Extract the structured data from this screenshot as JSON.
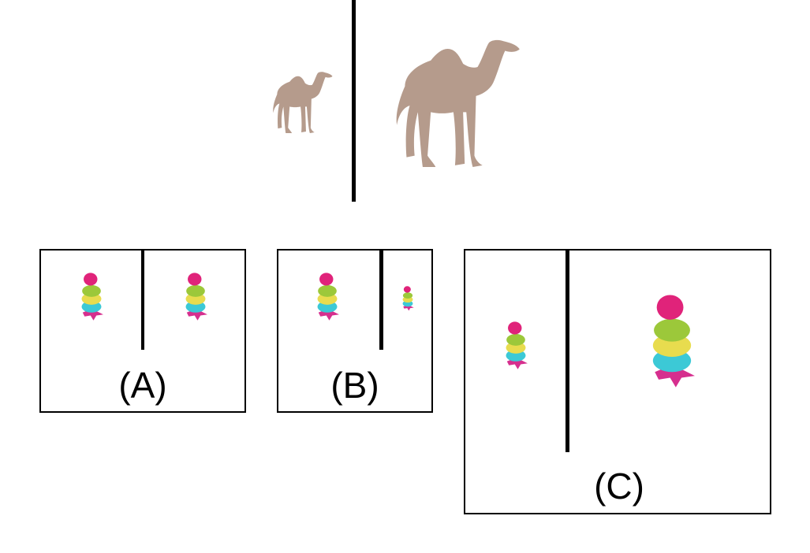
{
  "example": {
    "subject": "camel",
    "color": "#b59b8c"
  },
  "options": [
    {
      "label": "(A)"
    },
    {
      "label": "(B)"
    },
    {
      "label": "(C)"
    }
  ],
  "figure": {
    "subject": "layered-cone-toy",
    "colors": {
      "top": "#e0237a",
      "layer_green": "#9cc83a",
      "layer_yellow": "#e8dc4e",
      "layer_cyan": "#3cc9d6",
      "base": "#d62f8e"
    }
  }
}
